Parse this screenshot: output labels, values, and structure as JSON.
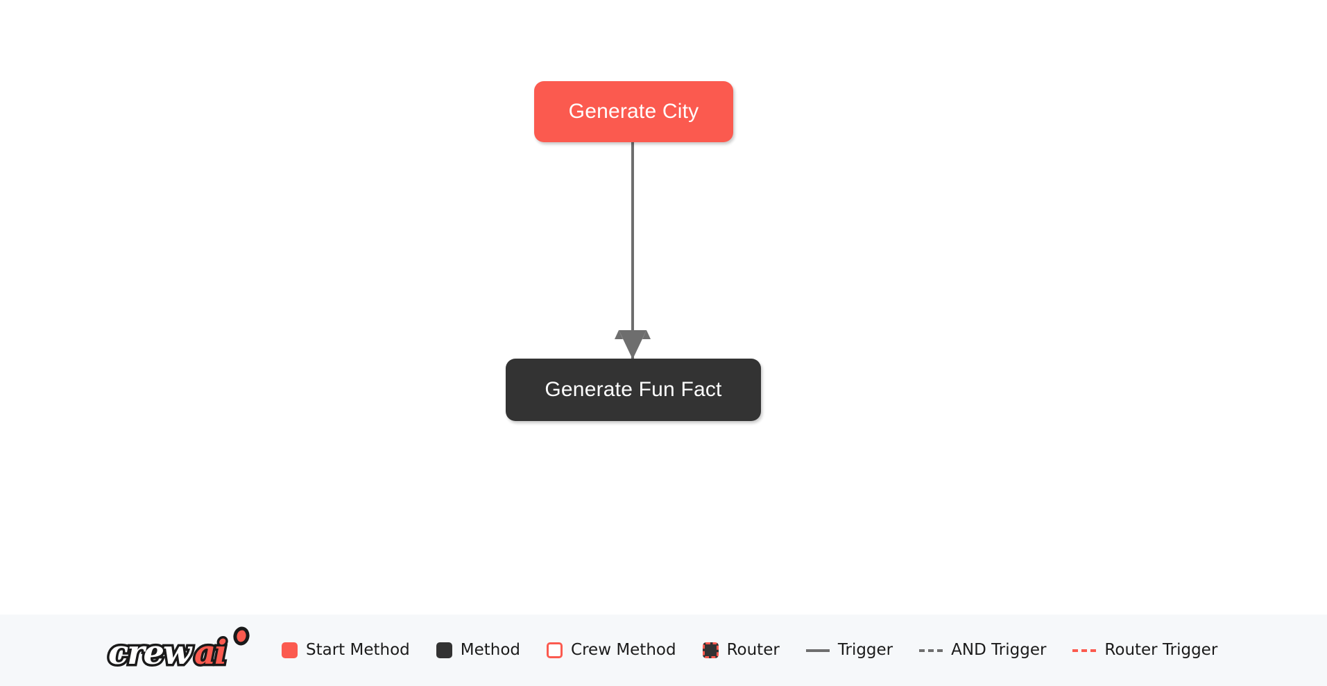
{
  "canvas": {
    "background_color": "#FFFFFF",
    "nodes": [
      {
        "id": "generate-city",
        "label": "Generate City",
        "type": "start-method",
        "fill": "#FB5A4F",
        "text_color": "#FFFFFF"
      },
      {
        "id": "generate-fun-fact",
        "label": "Generate Fun Fact",
        "type": "method",
        "fill": "#333333",
        "text_color": "#FFFFFF"
      }
    ],
    "edges": [
      {
        "id": "edge-city-to-fun-fact",
        "from": "generate-city",
        "to": "generate-fun-fact",
        "style": "trigger",
        "color": "#6E6E6E",
        "arrowhead": "triangle"
      }
    ]
  },
  "legend": {
    "background_color": "#F6F8FA",
    "logo": {
      "name": "crewai-logo",
      "text_primary": "crew",
      "text_accent": "ai",
      "primary_color": "#FFFFFF",
      "accent_color": "#FB5A4F",
      "outline_color": "#1A1A1A"
    },
    "items": [
      {
        "label": "Start Method",
        "marker": "swatch",
        "marker_name": "start-method-swatch",
        "fill": "#FB5A4F",
        "border": "none"
      },
      {
        "label": "Method",
        "marker": "swatch",
        "marker_name": "method-swatch",
        "fill": "#333333",
        "border": "none"
      },
      {
        "label": "Crew Method",
        "marker": "swatch",
        "marker_name": "crew-method-swatch",
        "fill": "#FFFFFF",
        "border": "solid #FB5A4F"
      },
      {
        "label": "Router",
        "marker": "swatch",
        "marker_name": "router-swatch",
        "fill": "#333333",
        "border": "dashed #FB5A4F"
      },
      {
        "label": "Trigger",
        "marker": "line",
        "marker_name": "trigger-line",
        "fill": "#6E6E6E",
        "border": "solid"
      },
      {
        "label": "AND Trigger",
        "marker": "line",
        "marker_name": "and-trigger-line",
        "fill": "#6E6E6E",
        "border": "dashed"
      },
      {
        "label": "Router Trigger",
        "marker": "line",
        "marker_name": "router-trigger-line",
        "fill": "#FB5A4F",
        "border": "dashed"
      }
    ]
  }
}
